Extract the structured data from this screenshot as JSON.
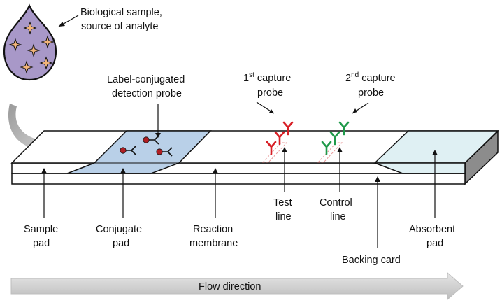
{
  "labels": {
    "sample_source_line1": "Biological sample,",
    "sample_source_line2": "source of analyte",
    "detection_probe_line1": "Label-conjugated",
    "detection_probe_line2": "detection probe",
    "capture1_num": "1",
    "capture1_sup": "st",
    "capture1_rest": " capture",
    "capture1_line2": "probe",
    "capture2_num": "2",
    "capture2_sup": "nd",
    "capture2_rest": " capture",
    "capture2_line2": "probe",
    "test_line_1": "Test",
    "test_line_2": "line",
    "control_line_1": "Control",
    "control_line_2": "line",
    "sample_pad_1": "Sample",
    "sample_pad_2": "pad",
    "conjugate_pad_1": "Conjugate",
    "conjugate_pad_2": "pad",
    "reaction_membrane_1": "Reaction",
    "reaction_membrane_2": "membrane",
    "absorbent_pad_1": "Absorbent",
    "absorbent_pad_2": "pad",
    "backing_card": "Backing card",
    "flow_direction": "Flow direction"
  },
  "colors": {
    "droplet": "#a898c8",
    "star": "#f2b47a",
    "conjugate_pad": "#b9d0e8",
    "absorbent_pad": "#dff0f3",
    "test_antibody": "#d81f26",
    "control_antibody": "#1f9a4a",
    "probe_dot": "#b01e23",
    "flow_arrow": "#d0d0d0",
    "curved_arrow": "#b0b0b0"
  },
  "icons": [
    "sample-droplet-icon",
    "star-analyte-icon",
    "curved-arrow-icon",
    "antibody-icon",
    "flow-arrow-icon"
  ]
}
